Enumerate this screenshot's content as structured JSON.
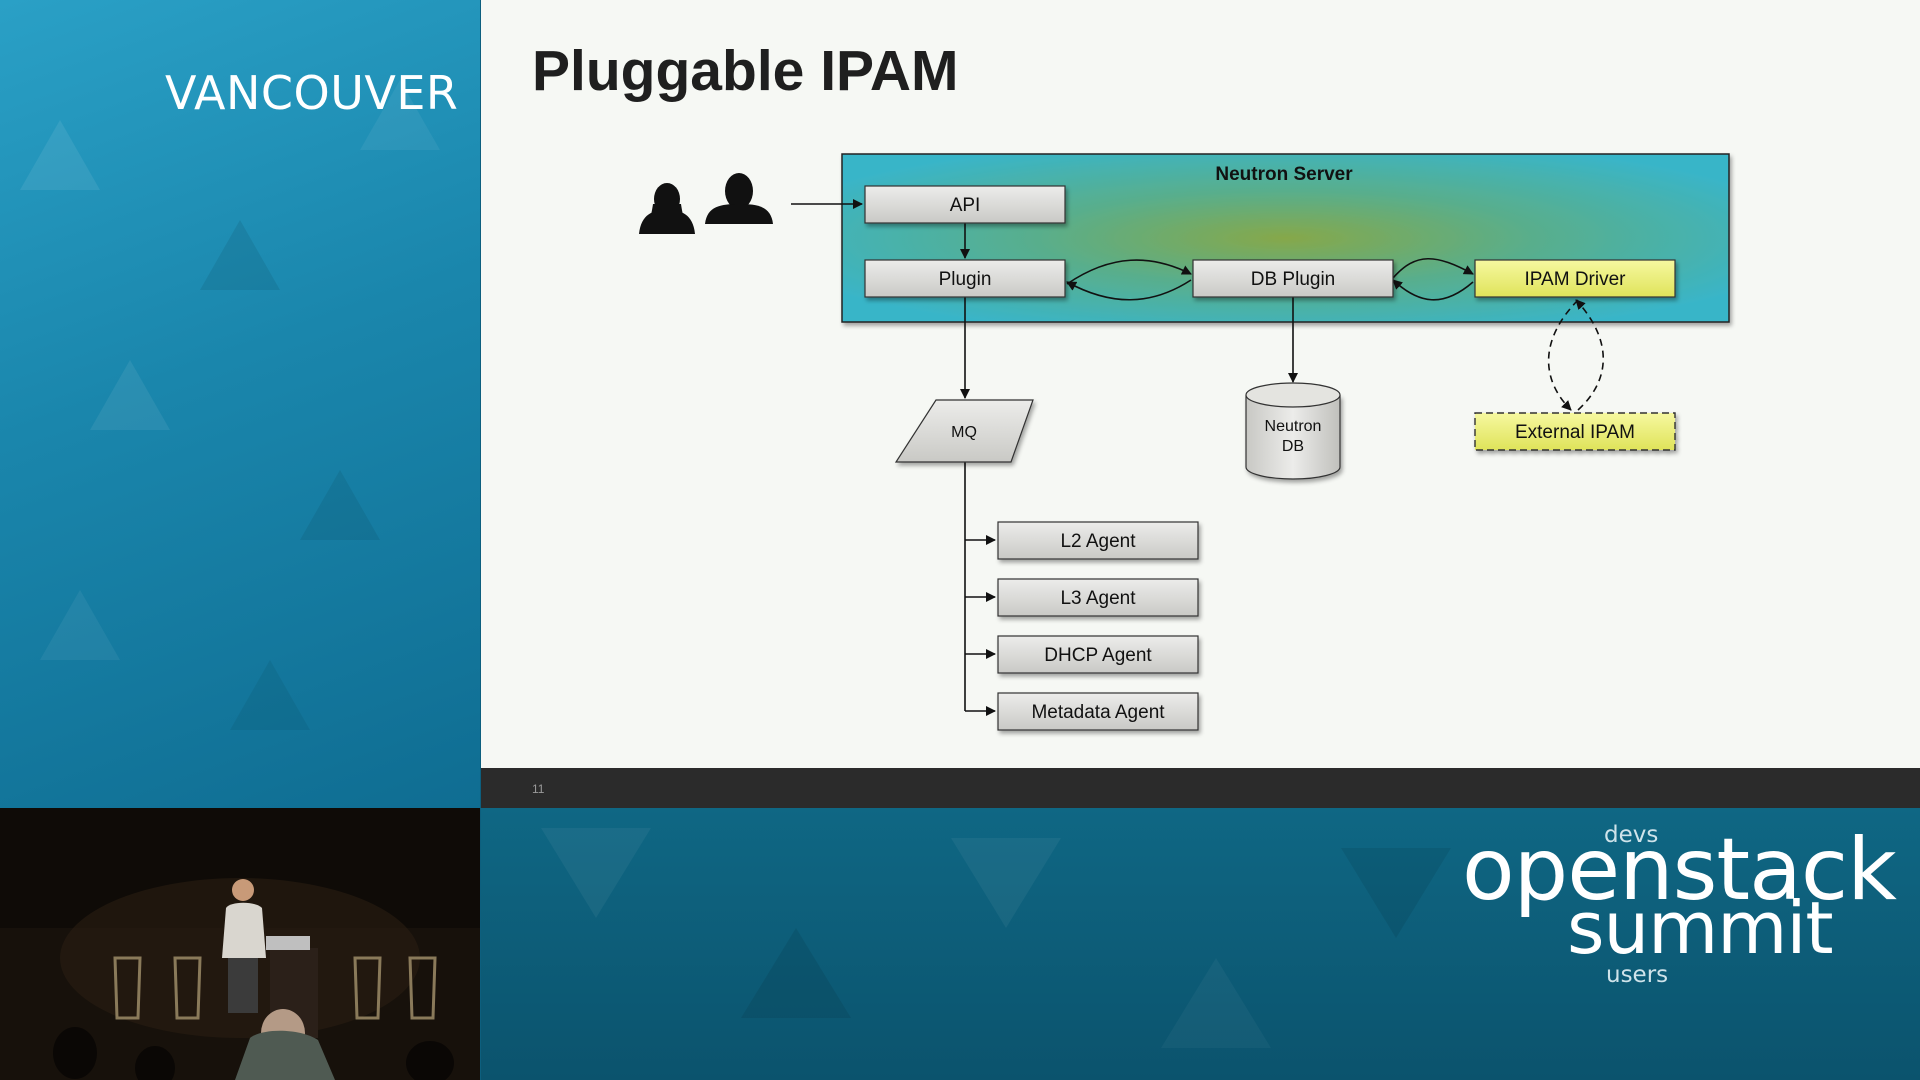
{
  "event": {
    "city": "VANCOUVER",
    "brand_top": "devs",
    "brand_main": "openstack",
    "brand_sub": "summit",
    "brand_bottom": "users"
  },
  "slide": {
    "title": "Pluggable IPAM",
    "page_number": "11"
  },
  "diagram": {
    "container_label": "Neutron Server",
    "nodes": {
      "api": "API",
      "plugin": "Plugin",
      "db_plugin": "DB Plugin",
      "ipam_driver": "IPAM Driver",
      "mq": "MQ",
      "neutron_db_line1": "Neutron",
      "neutron_db_line2": "DB",
      "external_ipam": "External IPAM",
      "l2_agent": "L2 Agent",
      "l3_agent": "L3 Agent",
      "dhcp_agent": "DHCP Agent",
      "metadata_agent": "Metadata Agent"
    },
    "icons": [
      "user-female-icon",
      "user-male-icon"
    ],
    "colors": {
      "server_bg": "#3db4c4",
      "highlight_yellow": "#eef07a",
      "box_gray": "#d8d8d4",
      "slide_bg": "#f6f8f4",
      "brand_bg": "#0f6784"
    }
  }
}
